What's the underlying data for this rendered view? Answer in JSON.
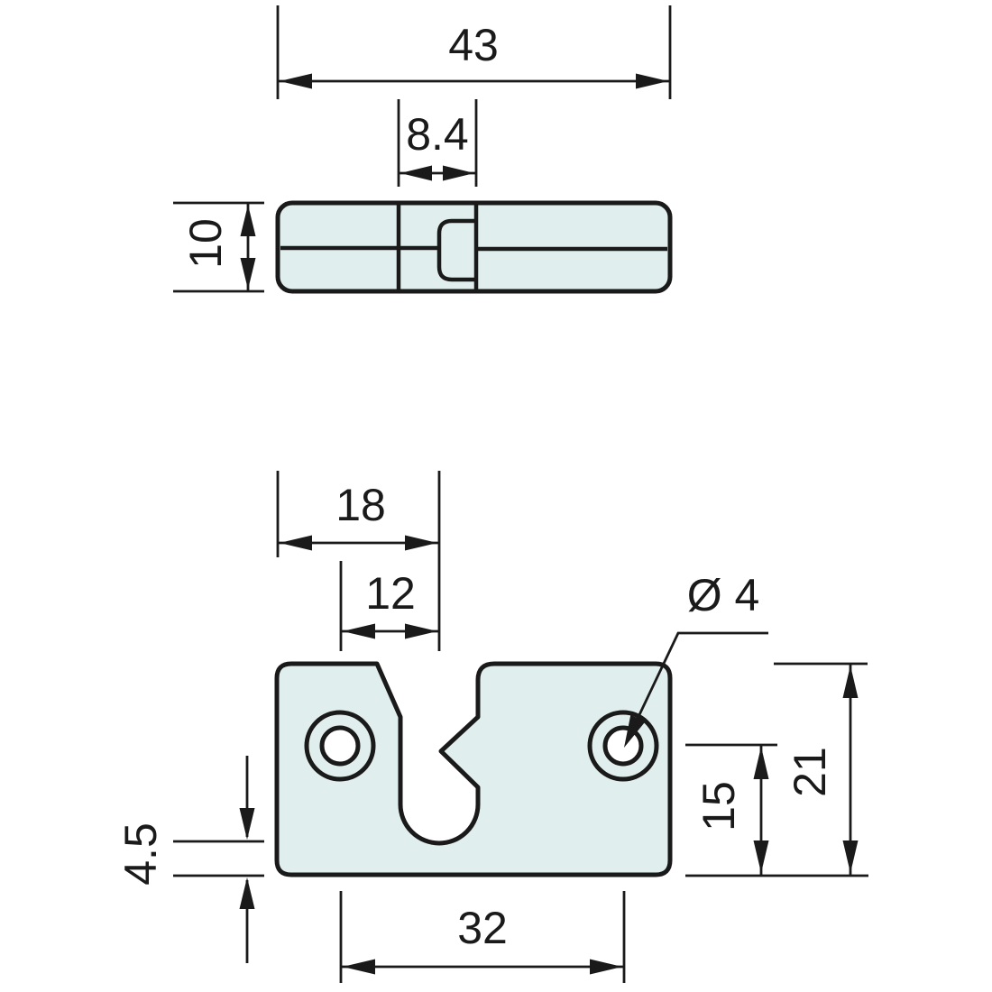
{
  "colors": {
    "background": "#ffffff",
    "part_fill": "#e0efed",
    "hole_fill": "#ffffff",
    "line": "#1a1a1a",
    "text": "#1a1a1a"
  },
  "top_view": {
    "length": "43",
    "slot_width": "8.4",
    "thickness": "10"
  },
  "front_view": {
    "edge_to_detent": "18",
    "hole_to_detent": "12",
    "hole_diameter": "Ø 4",
    "height": "21",
    "hole_to_bottom": "15",
    "slot_clearance": "4.5",
    "hole_spacing": "32"
  }
}
